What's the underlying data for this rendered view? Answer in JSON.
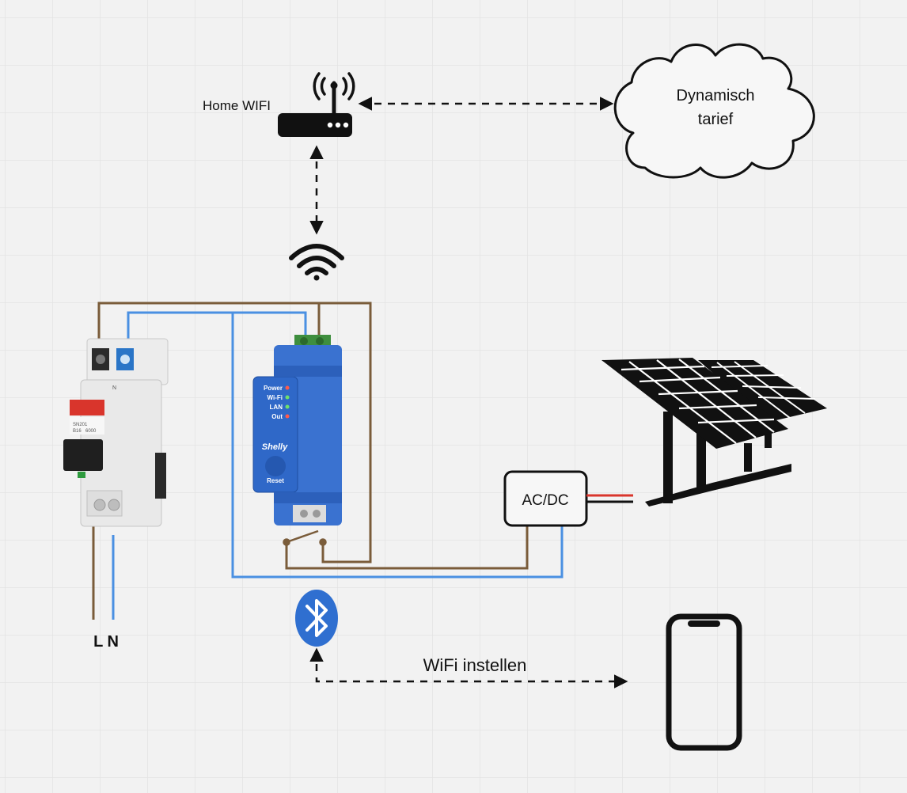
{
  "labels": {
    "home_wifi": "Home WIFI",
    "cloud": [
      "Dynamisch",
      "tarief"
    ],
    "converter": "AC/DC",
    "line_terminals": "L N",
    "wifi_setup": "WiFi instellen"
  },
  "relay_device": {
    "brand": "Shelly",
    "leds": [
      "Power",
      "Wi-Fi",
      "LAN",
      "Out"
    ],
    "button": "Reset"
  },
  "breaker_device": {
    "markings": [
      "SN201",
      "B16",
      "6000"
    ],
    "terminal": "N"
  },
  "colors": {
    "grid": "#e3e3e3",
    "live_wire": "#7a5c3a",
    "neutral_wire": "#4a90e2",
    "relay_body": "#2f68c8",
    "breaker_body": "#e9e9e9",
    "breaker_accent": "#d9352c",
    "stroke": "#111111"
  },
  "icons": [
    "router-icon",
    "cloud-icon",
    "wifi-icon",
    "bluetooth-icon",
    "smartphone-icon",
    "solar-panel-icon",
    "breaker-icon",
    "relay-icon",
    "switch-contact-icon"
  ]
}
